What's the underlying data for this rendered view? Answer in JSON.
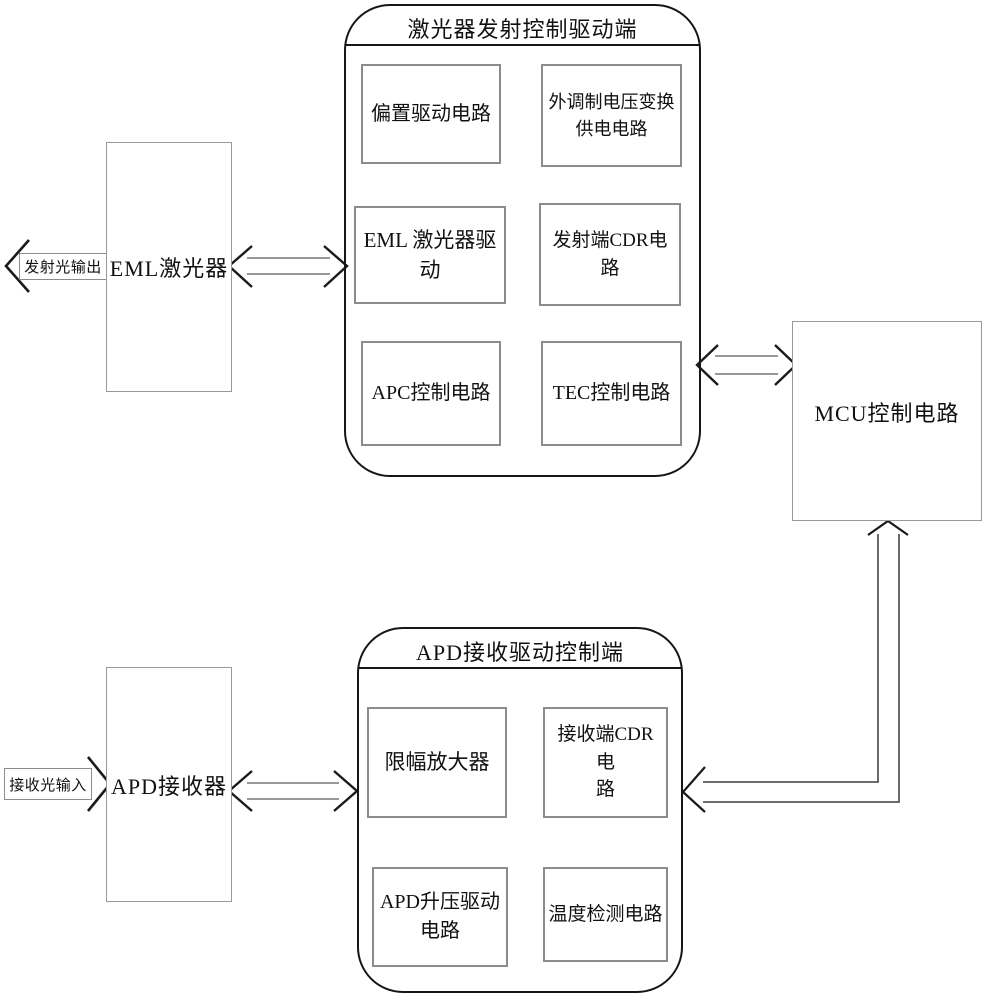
{
  "diagram": {
    "figure_type": "block-diagram",
    "background_color": "#ffffff",
    "module_border_color": "#161616",
    "box_border_color": "#8c8c8c",
    "arrow_head_color": "#1a1a1a",
    "arrow_shaft_color": "#8a8a8a",
    "tx_module": {
      "title": "激光器发射控制驱动端",
      "boxes": [
        {
          "label": "偏置驱动电路"
        },
        {
          "label": "外调制电压变换\n供电电路"
        },
        {
          "label": "EML 激光器驱\n动"
        },
        {
          "label": "发射端CDR电路"
        },
        {
          "label": "APC控制电路"
        },
        {
          "label": "TEC控制电路"
        }
      ]
    },
    "rx_module": {
      "title": "APD接收驱动控制端",
      "boxes": [
        {
          "label": "限幅放大器"
        },
        {
          "label": "接收端CDR电\n路"
        },
        {
          "label": "APD升压驱动\n电路"
        },
        {
          "label": "温度检测电路"
        }
      ]
    },
    "components": {
      "eml_laser": "EML激光器",
      "apd_receiver": "APD接收器",
      "mcu": "MCU控制电路"
    },
    "ports": {
      "tx_output": "发射光输出",
      "rx_input": "接收光输入"
    },
    "connections": [
      "tx-output <- eml-laser",
      "eml-laser <-> tx-module",
      "tx-module <-> mcu",
      "rx-input -> apd-receiver",
      "apd-receiver <-> rx-module",
      "rx-module <-> mcu (L-shaped)"
    ]
  }
}
